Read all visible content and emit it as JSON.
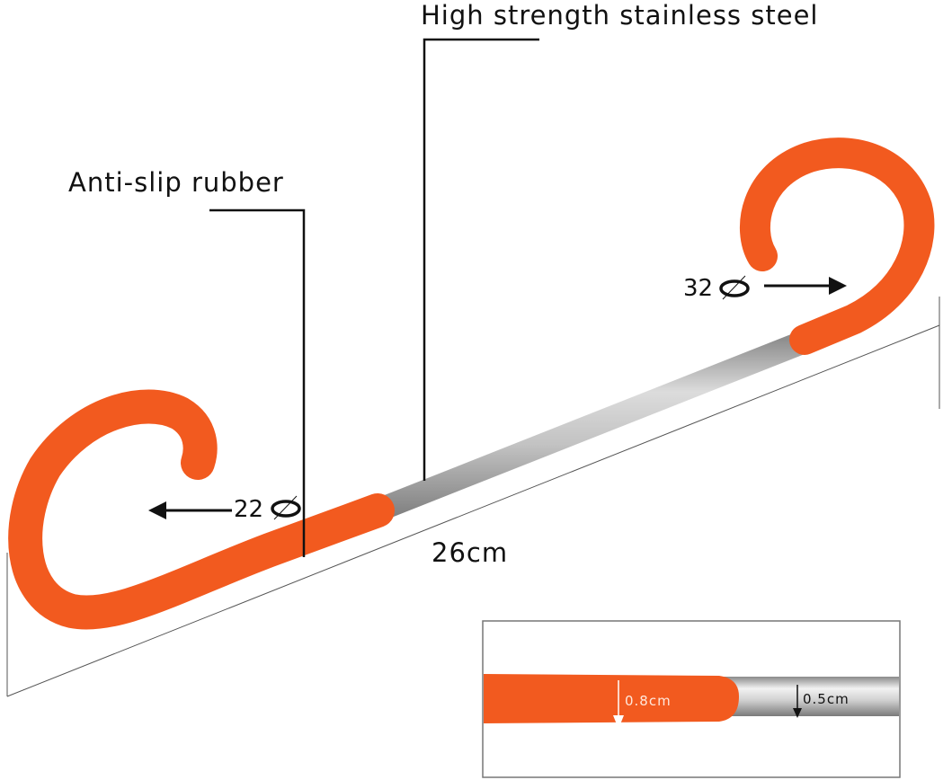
{
  "labels": {
    "steel": "High strength stainless steel",
    "rubber": "Anti-slip rubber",
    "length": "26cm",
    "small_hook_diameter": "22",
    "large_hook_diameter": "32",
    "rubber_thickness": "0.8cm",
    "steel_thickness": "0.5cm"
  },
  "colors": {
    "rubber": "#f25a1f",
    "steel": "#c8c8c8"
  }
}
